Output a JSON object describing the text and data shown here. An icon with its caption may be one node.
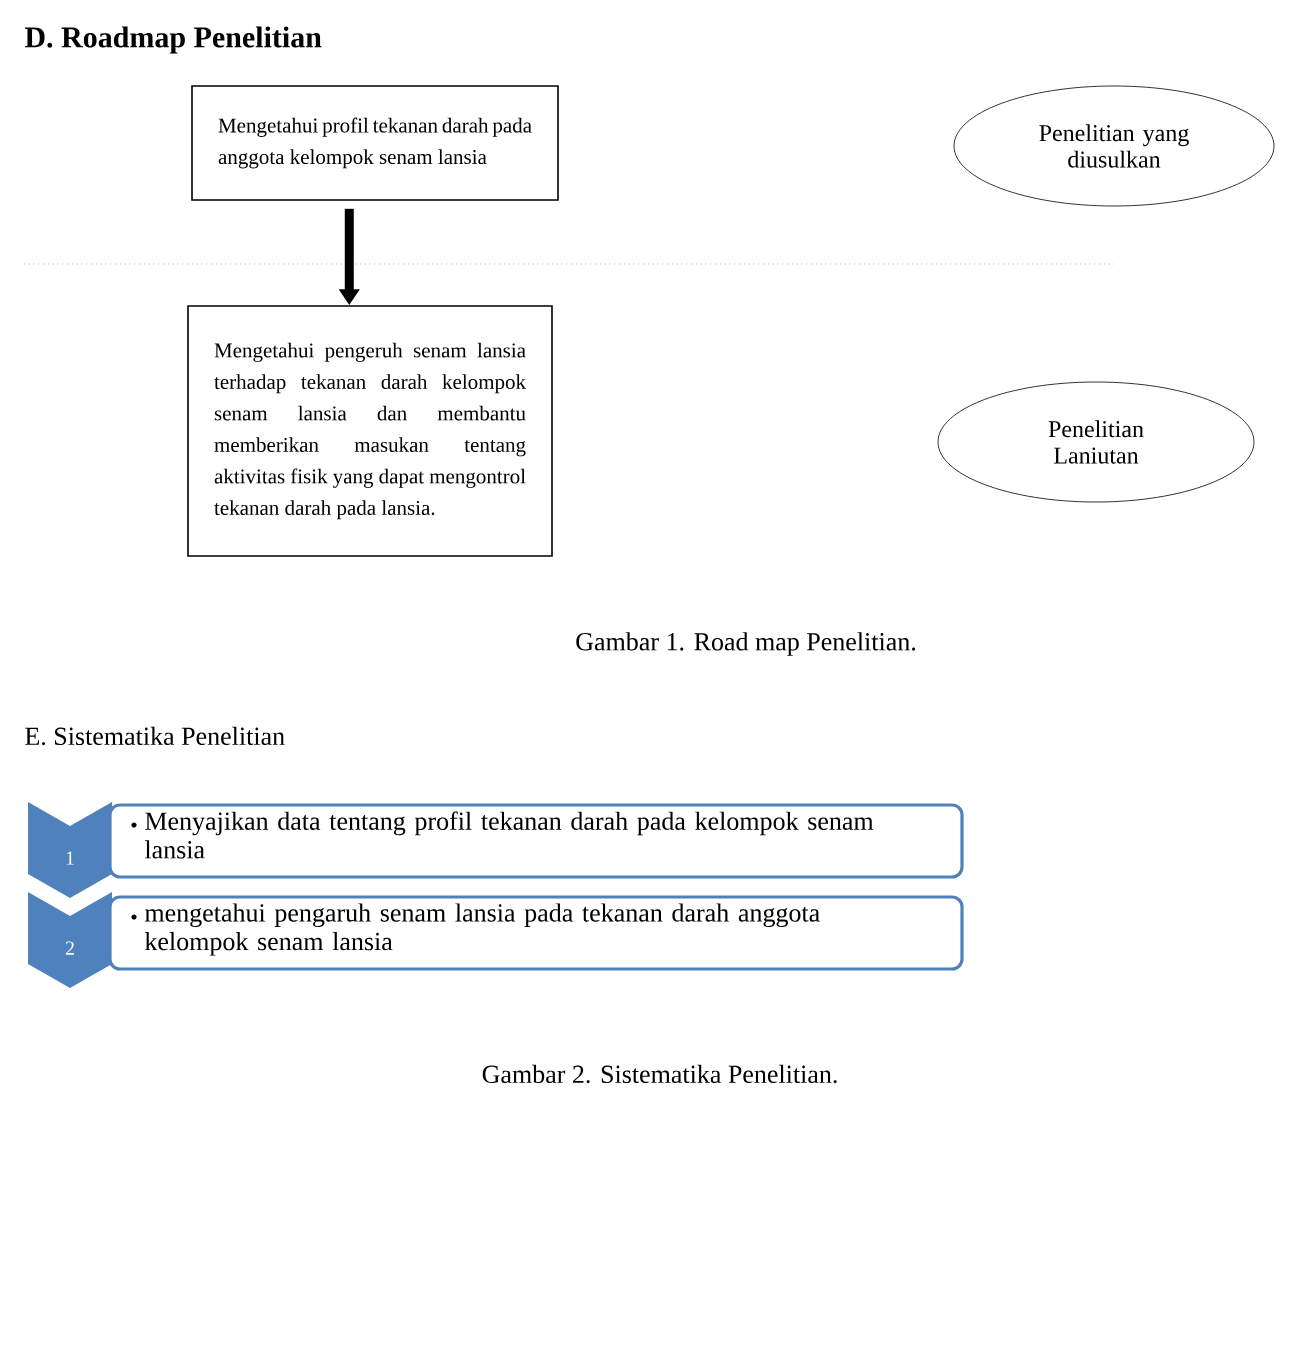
{
  "diagram": {
    "title": "D. Roadmap Penelitian",
    "nodes": [
      {
        "text": [
          "Mengetahui profil tekanan darah pada anggota kelompok senam lansia"
        ]
      },
      {
        "text": [
          "Mengetahui pengeruh senam lansia terhadap tekanan darah kelompok senam lansia dan membantu memberikan masukan tentang aktivitas fisik yang dapat mengontrol tekanan darah pada lansia."
        ]
      },
      {
        "text": [
          "Penelitian yang diusulkan"
        ]
      },
      {
        "text": [
          "Penelitian Laniutan"
        ]
      },
      {
        "text": [
          "1"
        ]
      },
      {
        "text": [
          "Menyajikan data tentang profil tekanan darah pada kelompok senam lansia"
        ]
      },
      {
        "text": [
          "2"
        ]
      },
      {
        "text": [
          "mengetahui pengaruh senam lansia pada tekanan darah anggota kelompok senam lansia"
        ]
      }
    ],
    "edges": [
      {
        "from": 0,
        "to": 1,
        "arrow": "to"
      }
    ],
    "labels": [
      "Gambar 1. Road map Penelitian.",
      "E. Sistematika Penelitian",
      "Gambar 2. Sistematika Penelitian."
    ]
  }
}
